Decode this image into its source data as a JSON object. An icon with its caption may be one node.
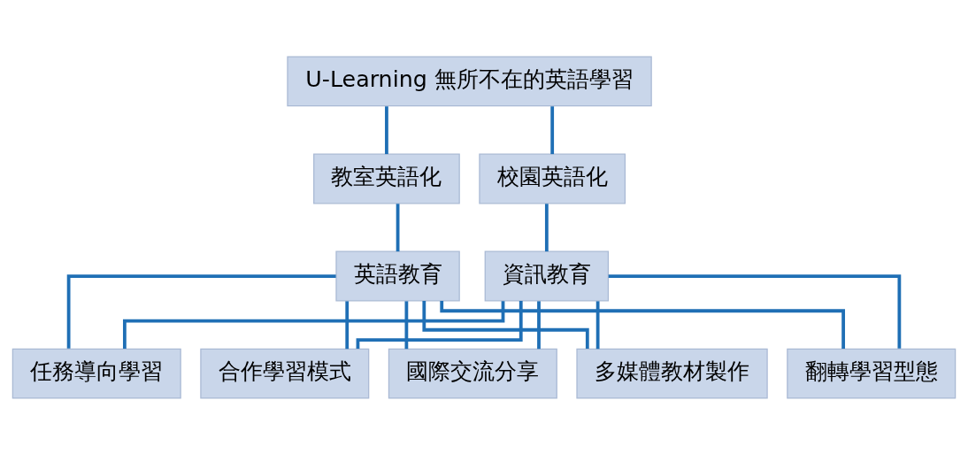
{
  "diagram": {
    "nodes": [
      {
        "text": [
          "U-Learning 無所不在的英語學習"
        ]
      },
      {
        "text": [
          "教室英語化"
        ]
      },
      {
        "text": [
          "校園英語化"
        ]
      },
      {
        "text": [
          "英語教育"
        ]
      },
      {
        "text": [
          "資訊教育"
        ]
      },
      {
        "text": [
          "翻轉學習型態"
        ]
      },
      {
        "text": [
          "任務導向學習"
        ]
      },
      {
        "text": [
          "合作學習模式"
        ]
      },
      {
        "text": [
          "國際交流分享"
        ]
      },
      {
        "text": [
          "多媒體教材製作"
        ]
      }
    ],
    "edges": [
      {
        "from": 0,
        "to": 1,
        "arrow": "none"
      },
      {
        "from": 0,
        "to": 2,
        "arrow": "none"
      },
      {
        "from": 1,
        "to": 3,
        "arrow": "none"
      },
      {
        "from": 2,
        "to": 4,
        "arrow": "none"
      },
      {
        "from": 3,
        "to": 5,
        "arrow": "none"
      },
      {
        "from": 3,
        "to": 6,
        "arrow": "none"
      },
      {
        "from": 3,
        "to": 7,
        "arrow": "none"
      },
      {
        "from": 3,
        "to": 8,
        "arrow": "none"
      },
      {
        "from": 3,
        "to": 9,
        "arrow": "none"
      },
      {
        "from": 4,
        "to": 5,
        "arrow": "none"
      },
      {
        "from": 4,
        "to": 6,
        "arrow": "none"
      },
      {
        "from": 4,
        "to": 7,
        "arrow": "none"
      },
      {
        "from": 4,
        "to": 8,
        "arrow": "none"
      },
      {
        "from": 4,
        "to": 9,
        "arrow": "none"
      }
    ]
  }
}
